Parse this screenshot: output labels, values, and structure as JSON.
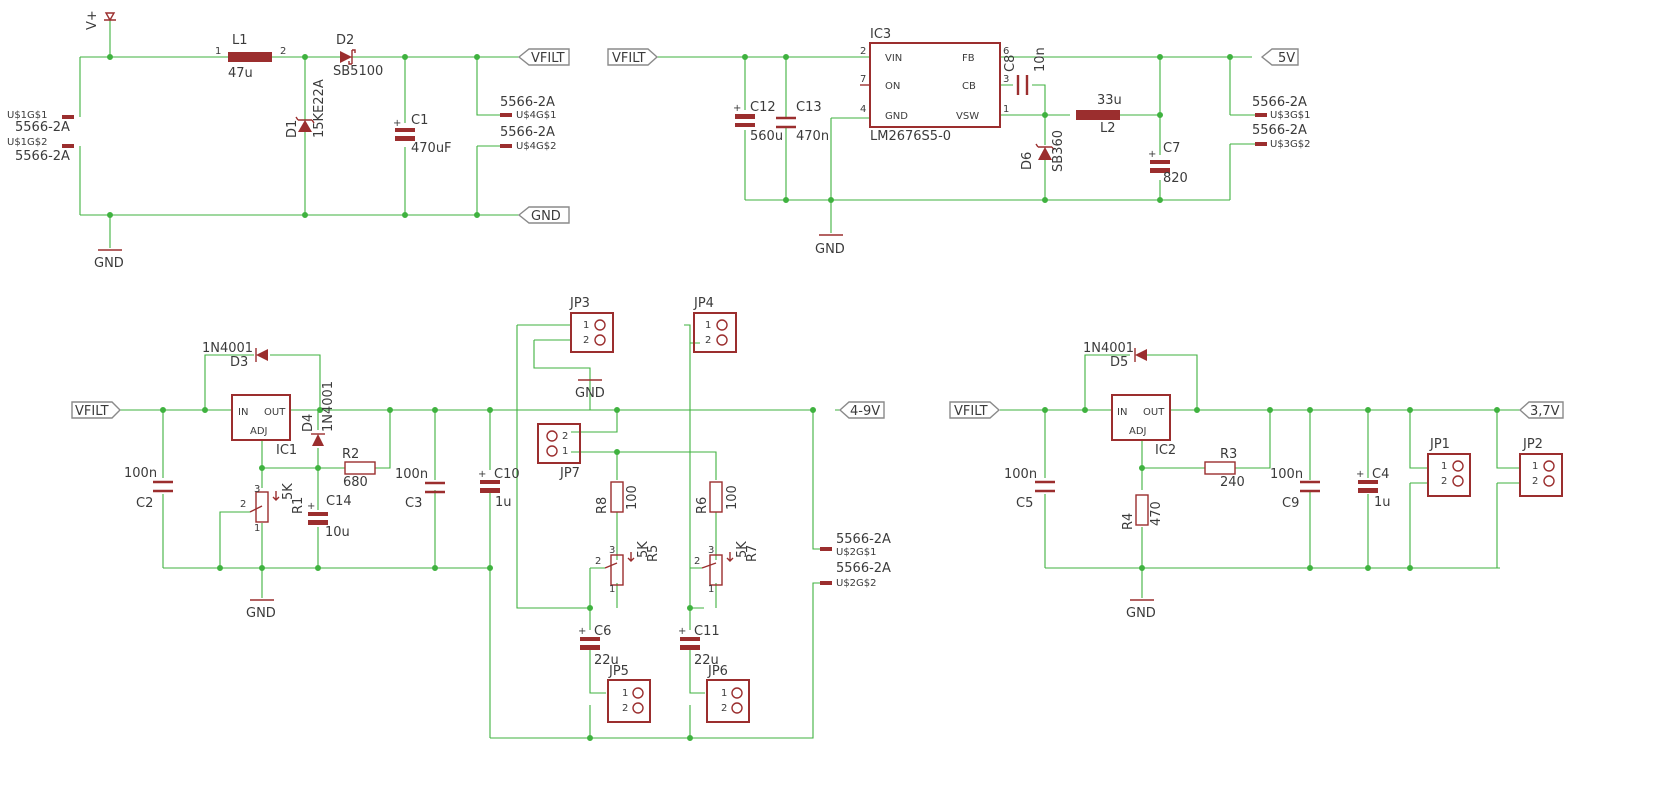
{
  "colors": {
    "wire": "#3fb23f",
    "part": "#9b2e2e",
    "text": "#3b3b3b",
    "net_label": "#8a8a8a"
  },
  "supply": {
    "vplus": "V+",
    "l1": {
      "name": "L1",
      "value": "47u",
      "pin1": "1",
      "pin2": "2"
    },
    "d2": {
      "name": "D2",
      "value": "SB5100"
    },
    "d1": {
      "name": "D1",
      "value": "15KE22A"
    },
    "c1": {
      "name": "C1",
      "value": "470uF"
    },
    "conn_in": {
      "pin1": "U$1G$1",
      "part1": "5566-2A",
      "pin2": "U$1G$2",
      "part2": "5566-2A"
    },
    "conn_out": {
      "part1": "5566-2A",
      "pin1": "U$4G$1",
      "part2": "5566-2A",
      "pin2": "U$4G$2"
    },
    "vfilt_label": "VFILT",
    "gnd_label": "GND",
    "gnd_symbol": "GND"
  },
  "buck": {
    "vfilt_label": "VFILT",
    "ic": {
      "name": "IC3",
      "part": "LM2676S5-0",
      "vin": "VIN",
      "on": "ON",
      "gnd": "GND",
      "fb": "FB",
      "cb": "CB",
      "vsw": "VSW",
      "pin_vin": "2",
      "pin_on": "7",
      "pin_gnd": "4",
      "pin_fb": "6",
      "pin_cb": "3",
      "pin_vsw": "1"
    },
    "c12": {
      "name": "C12",
      "value": "560u"
    },
    "c13": {
      "name": "C13",
      "value": "470n"
    },
    "c8": {
      "name": "C8",
      "value": "10n"
    },
    "l2": {
      "name": "L2",
      "value": "33u"
    },
    "d6": {
      "name": "D6",
      "value": "SB360"
    },
    "c7": {
      "name": "C7",
      "value": "820"
    },
    "out_label": "5V",
    "conn": {
      "part1": "5566-2A",
      "pin1": "U$3G$1",
      "part2": "5566-2A",
      "pin2": "U$3G$2"
    },
    "gnd_symbol": "GND"
  },
  "adj": {
    "vfilt_label": "VFILT",
    "ic": {
      "name": "IC1",
      "in": "IN",
      "out": "OUT",
      "adj": "ADJ"
    },
    "d3": {
      "name": "D3",
      "value": "1N4001"
    },
    "d4": {
      "name": "D4",
      "value": "1N4001"
    },
    "c2": {
      "name": "C2",
      "value": "100n"
    },
    "r1": {
      "name": "R1",
      "value": "5K",
      "pin1": "1",
      "pin2": "2",
      "pin3": "3"
    },
    "r2": {
      "name": "R2",
      "value": "680"
    },
    "c14": {
      "name": "C14",
      "value": "10u"
    },
    "c3": {
      "name": "C3",
      "value": "100n"
    },
    "c10": {
      "name": "C10",
      "value": "1u"
    },
    "jp3": {
      "name": "JP3",
      "pin1": "1",
      "pin2": "2"
    },
    "jp4": {
      "name": "JP4",
      "pin1": "1",
      "pin2": "2"
    },
    "jp7": {
      "name": "JP7",
      "pin1": "1",
      "pin2": "2"
    },
    "r8": {
      "name": "R8",
      "value": "100"
    },
    "r6": {
      "name": "R6",
      "value": "100"
    },
    "r5": {
      "name": "R5",
      "value": "5K",
      "pin1": "1",
      "pin2": "2",
      "pin3": "3"
    },
    "r7": {
      "name": "R7",
      "value": "5K",
      "pin1": "1",
      "pin2": "2",
      "pin3": "3"
    },
    "c6": {
      "name": "C6",
      "value": "22u"
    },
    "c11": {
      "name": "C11",
      "value": "22u"
    },
    "jp5": {
      "name": "JP5",
      "pin1": "1",
      "pin2": "2"
    },
    "jp6": {
      "name": "JP6",
      "pin1": "1",
      "pin2": "2"
    },
    "out_label": "4-9V",
    "conn": {
      "part1": "5566-2A",
      "pin1": "U$2G$1",
      "part2": "5566-2A",
      "pin2": "U$2G$2"
    },
    "gnd_symbol": "GND",
    "jp_gnd_symbol": "GND"
  },
  "ldo": {
    "vfilt_label": "VFILT",
    "ic": {
      "name": "IC2",
      "in": "IN",
      "out": "OUT",
      "adj": "ADJ"
    },
    "d5": {
      "name": "D5",
      "value": "1N4001"
    },
    "c5": {
      "name": "C5",
      "value": "100n"
    },
    "r3": {
      "name": "R3",
      "value": "240"
    },
    "r4": {
      "name": "R4",
      "value": "470"
    },
    "c9": {
      "name": "C9",
      "value": "100n"
    },
    "c4": {
      "name": "C4",
      "value": "1u"
    },
    "jp1": {
      "name": "JP1",
      "pin1": "1",
      "pin2": "2"
    },
    "jp2": {
      "name": "JP2",
      "pin1": "1",
      "pin2": "2"
    },
    "out_label": "3,7V",
    "gnd_symbol": "GND"
  }
}
